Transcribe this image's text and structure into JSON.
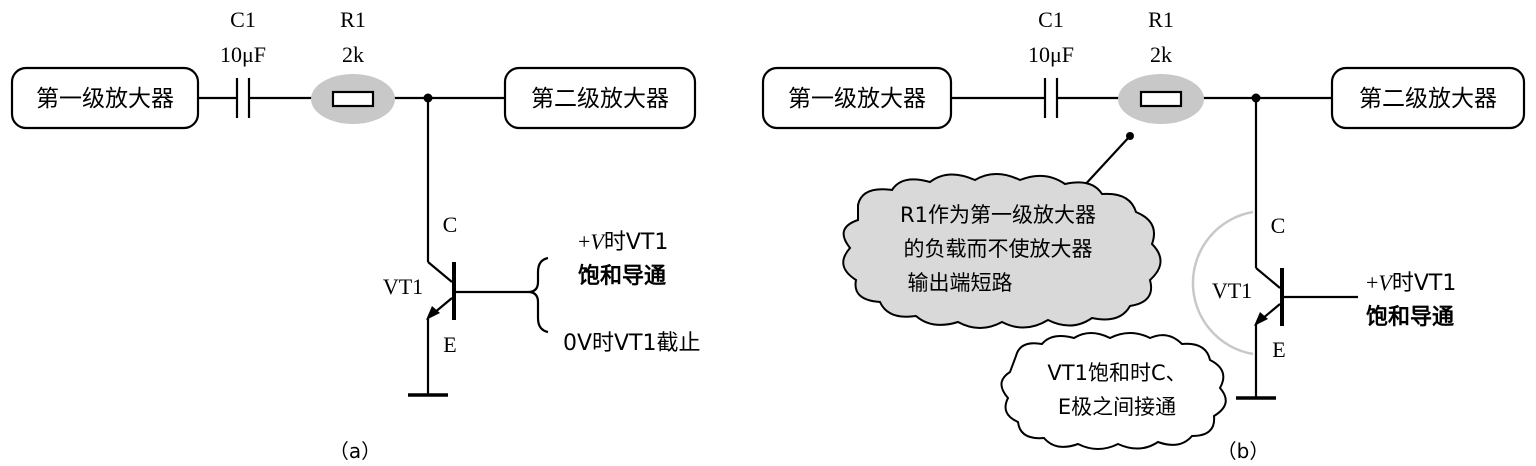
{
  "panel_a": {
    "caption": "（a）",
    "stage1": "第一级放大器",
    "stage2": "第二级放大器",
    "c1_name": "C1",
    "c1_value": "10μF",
    "r1_name": "R1",
    "r1_value": "2k",
    "collector": "C",
    "emitter": "E",
    "transistor": "VT1",
    "base_note_1a": "+",
    "base_note_1b": "V",
    "base_note_1c": "时VT1",
    "base_note_2": "饱和导通",
    "base_note_3": "0V时VT1截止"
  },
  "panel_b": {
    "caption": "（b）",
    "stage1": "第一级放大器",
    "stage2": "第二级放大器",
    "c1_name": "C1",
    "c1_value": "10μF",
    "r1_name": "R1",
    "r1_value": "2k",
    "collector": "C",
    "emitter": "E",
    "transistor": "VT1",
    "base_note_1a": "+",
    "base_note_1b": "V",
    "base_note_1c": "时VT1",
    "base_note_2": "饱和导通",
    "callout_r1": [
      "R1作为第一级放大器",
      "的负载而不使放大器",
      "输出端短路"
    ],
    "callout_vt1": [
      "VT1饱和时C、",
      "E极之间接通"
    ]
  },
  "colors": {
    "highlight": "#c8c8c8",
    "bubble": "#d9d9d9",
    "ink": "#000000"
  }
}
